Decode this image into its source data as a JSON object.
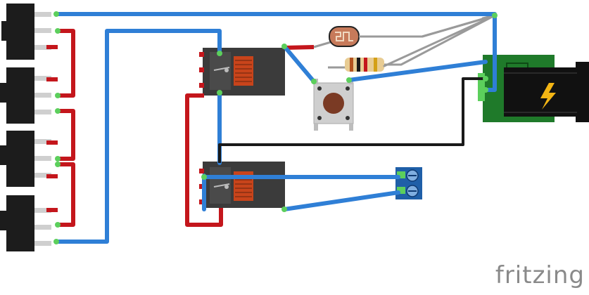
{
  "brand": {
    "text": "fritzing"
  },
  "colors": {
    "blue_wire": "#2f7fd6",
    "red_wire": "#c4161c",
    "black_wire": "#1a1a1a",
    "gray_wire": "#9a9a9a",
    "relay_body": "#3b3b3b",
    "relay_coil": "#c8441b",
    "pcb_green": "#1f7a2a",
    "pin_green": "#5ccf5c",
    "terminal_blue": "#1f5fa8",
    "switch_black": "#1c1c1c",
    "bolt_yellow": "#f3b514",
    "button_body": "#cfcfcf",
    "button_cap": "#7a3a24"
  },
  "components": {
    "slide_switches": [
      "switch-1",
      "switch-2",
      "switch-3",
      "switch-4"
    ],
    "relays": [
      "relay-top",
      "relay-bottom"
    ],
    "sensors": [
      "photoresistor",
      "resistor",
      "pushbutton"
    ],
    "power": [
      "dc-barrel-jack"
    ],
    "outputs": [
      "screw-terminal"
    ]
  }
}
